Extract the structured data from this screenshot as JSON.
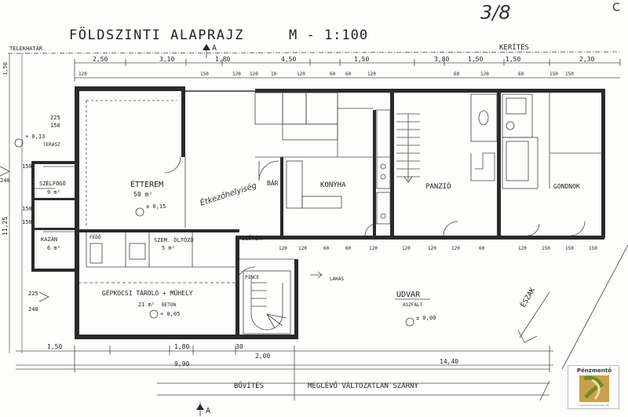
{
  "page_number": "3/8",
  "title": "FÖLDSZINTI ALAPRAJZ",
  "scale": "M - 1:100",
  "section_marker": "A",
  "labels": {
    "telekhatar": "TELEKHATÁR",
    "kerites": "KERÍTÉS",
    "terasz": "TERASZ",
    "szelfogo": "SZÉLFOGÓ",
    "szelfogo_area": "9 m²",
    "kazan": "KAZÁN",
    "kazan_area": "6 m²",
    "etterem": "ÉTTEREM",
    "etterem_area": "50 m²",
    "etterem_level": "± 0,15",
    "terasz_level": "+ 0,13",
    "bar": "BÁR",
    "konyha": "KONYHA",
    "panzio": "PANZIÓ",
    "gondnok": "GONDNOK",
    "fedo": "FEDŐ",
    "szem_oltozo": "SZEM. ÖLTÖZŐ",
    "szem_oltozo_area": "5 m²",
    "eloter": "ELŐTÉR",
    "garage": "GÉPKOCSI TÁROLÓ + MŰHELY",
    "garage_area": "21 m²",
    "garage_floor": "BETON",
    "garage_level": "+ 0,05",
    "lakas": "LAKÁS",
    "pince": "PINCE",
    "udvar": "UDVAR",
    "aszfalt": "ASZFALT",
    "udvar_level": "± 0,00",
    "eszak": "ÉSZAK",
    "bovites": "BŐVÍTÉS",
    "meglevo": "MEGLÉVŐ VÁLTOZATLAN SZÁRNY",
    "handwriting": "Étkezőhelyiség"
  },
  "dimensions": {
    "top_row": [
      "2,50",
      "3,10",
      "1,80",
      "4,50",
      "1,50",
      "3,80",
      "1,50",
      "1,50",
      "2,30"
    ],
    "bottom_row": [
      "1,50",
      "1,80",
      "30",
      "2,00",
      "9,90",
      "14,40"
    ],
    "left_col": [
      "1,50",
      "225",
      "150",
      "150",
      "240",
      "11,25",
      "150",
      "150",
      "225",
      "240"
    ]
  },
  "logo": {
    "title": "Pénzmentő",
    "letters": "PM",
    "subtitle": "Ingatlanfinanszírozási Kft."
  }
}
